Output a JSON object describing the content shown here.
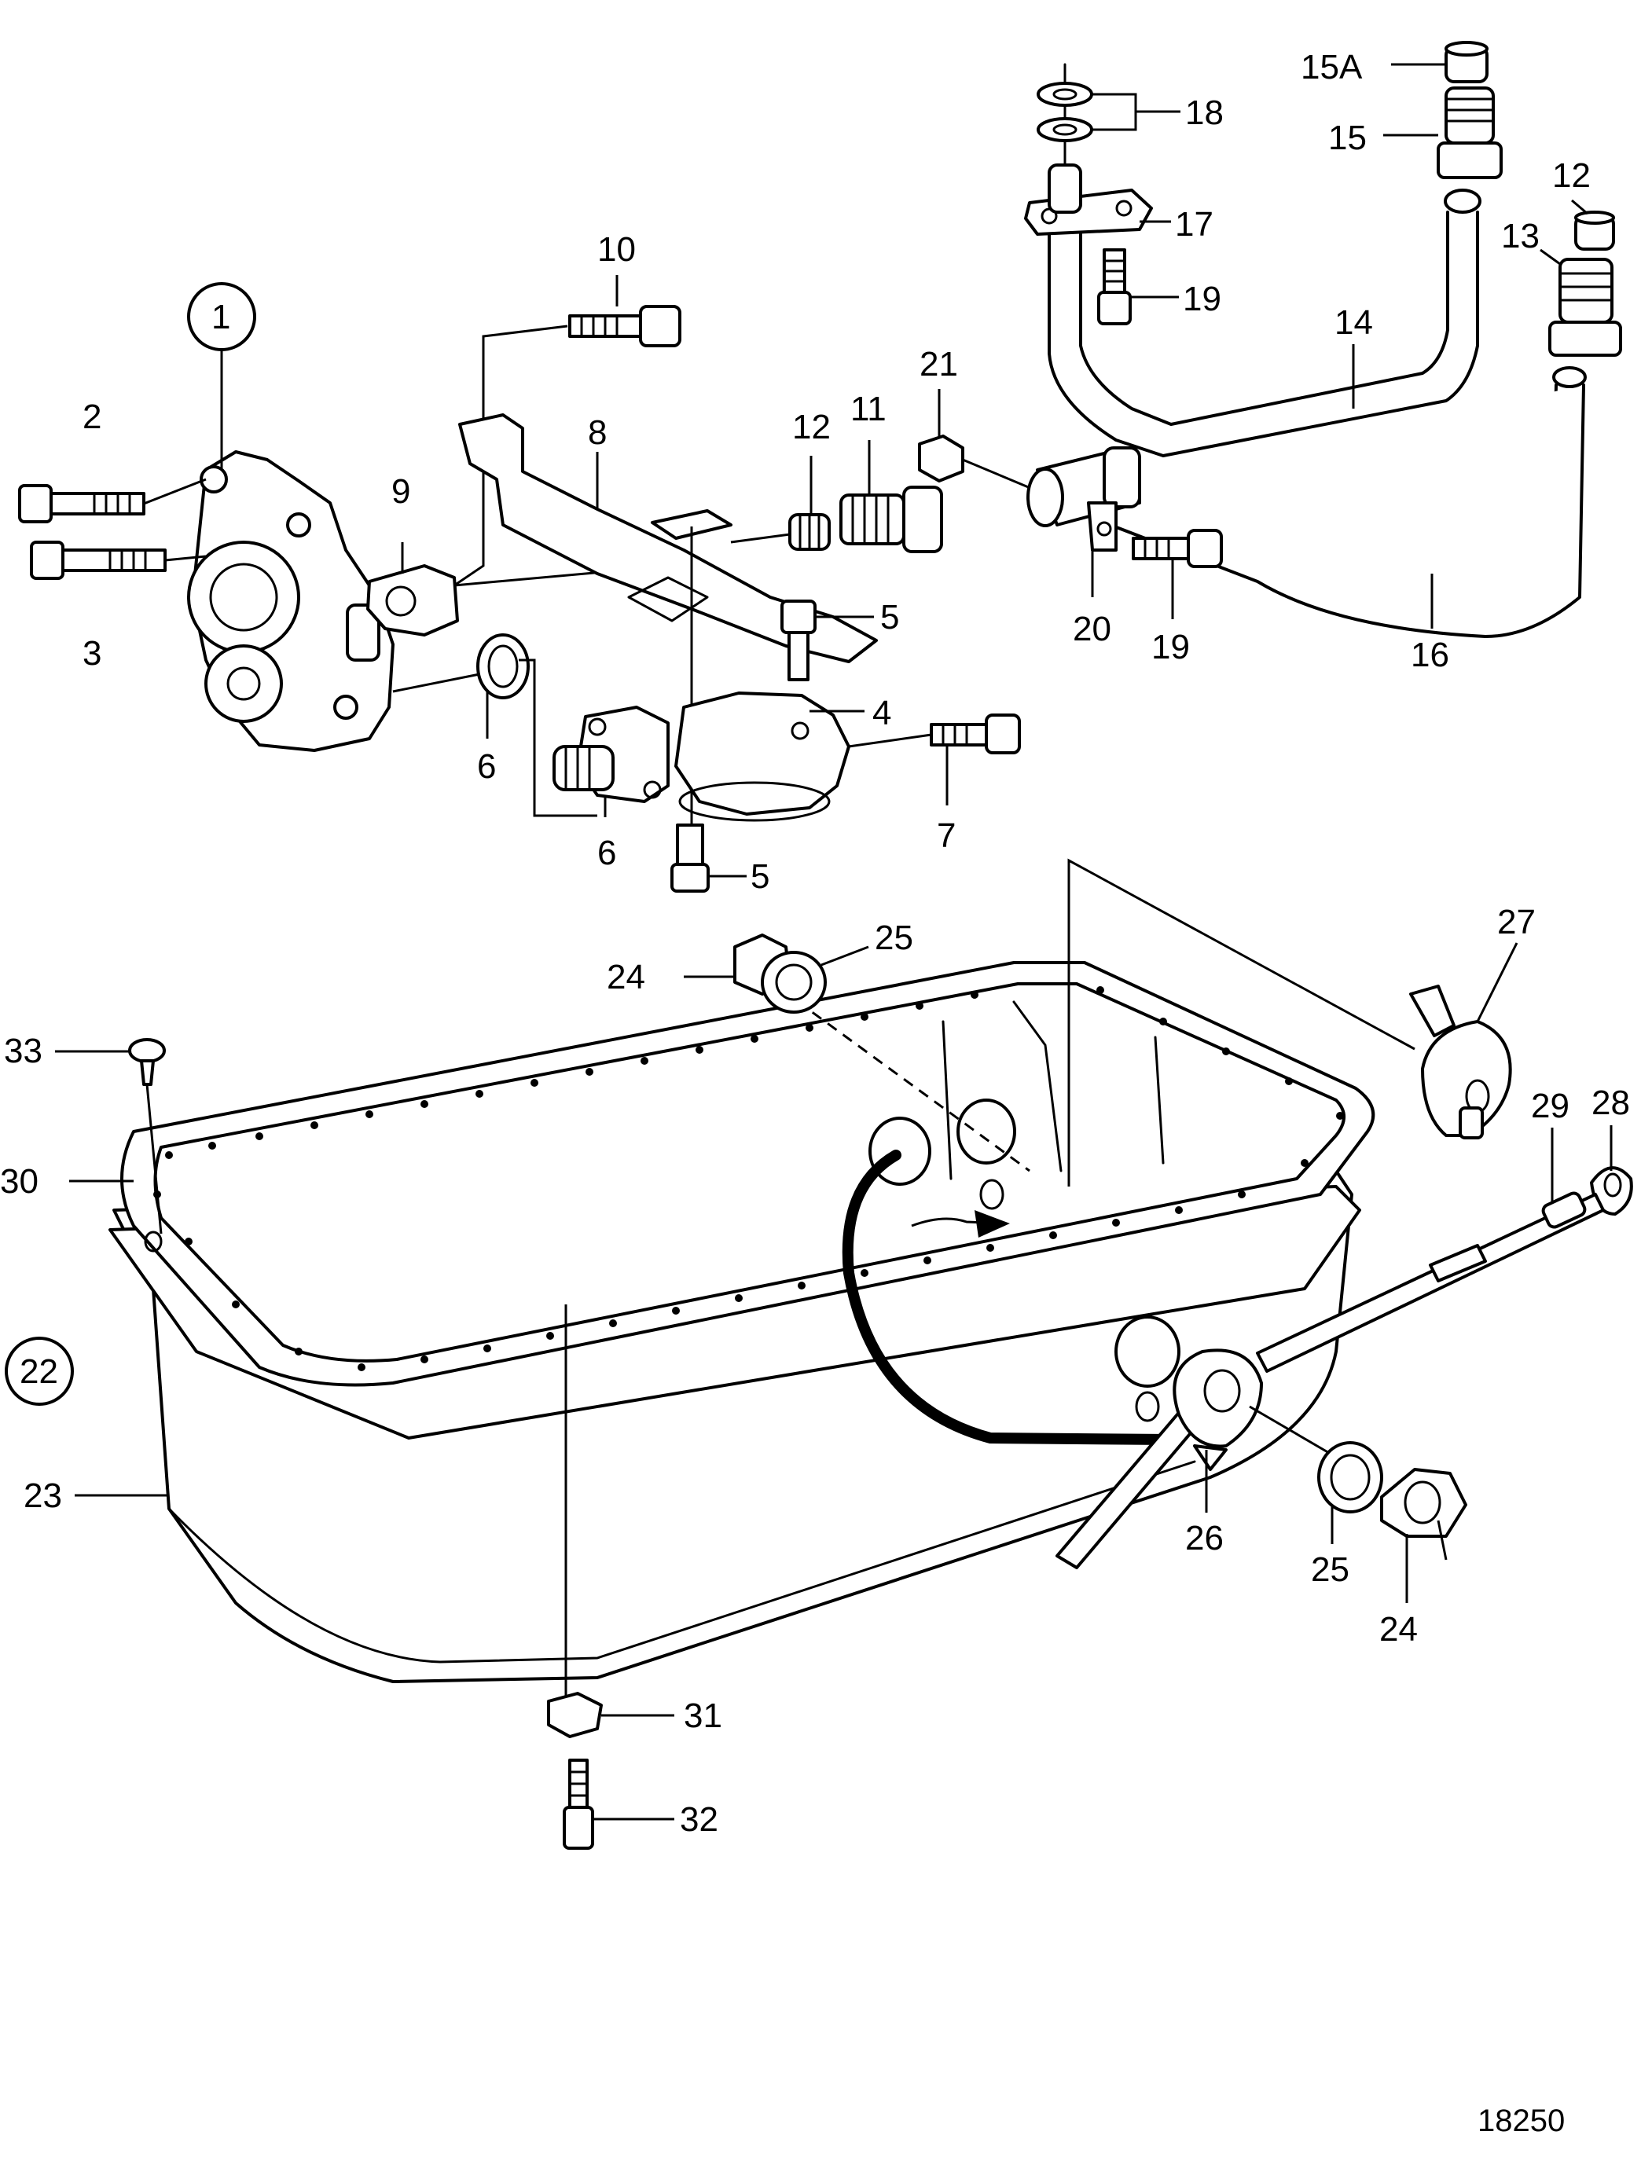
{
  "figure_number": "18250",
  "callouts": {
    "c1": "1",
    "c2": "2",
    "c3": "3",
    "c4": "4",
    "c5a": "5",
    "c5b": "5",
    "c6a": "6",
    "c6b": "6",
    "c7": "7",
    "c8": "8",
    "c9": "9",
    "c10": "10",
    "c11": "11",
    "c12a": "12",
    "c12b": "12",
    "c13": "13",
    "c14": "14",
    "c15": "15",
    "c15a": "15A",
    "c16": "16",
    "c17": "17",
    "c18": "18",
    "c19a": "19",
    "c19b": "19",
    "c20": "20",
    "c21": "21",
    "c22": "22",
    "c23": "23",
    "c24a": "24",
    "c24b": "24",
    "c25a": "25",
    "c25b": "25",
    "c26": "26",
    "c27": "27",
    "c28": "28",
    "c29": "29",
    "c30": "30",
    "c31": "31",
    "c32": "32",
    "c33": "33"
  }
}
